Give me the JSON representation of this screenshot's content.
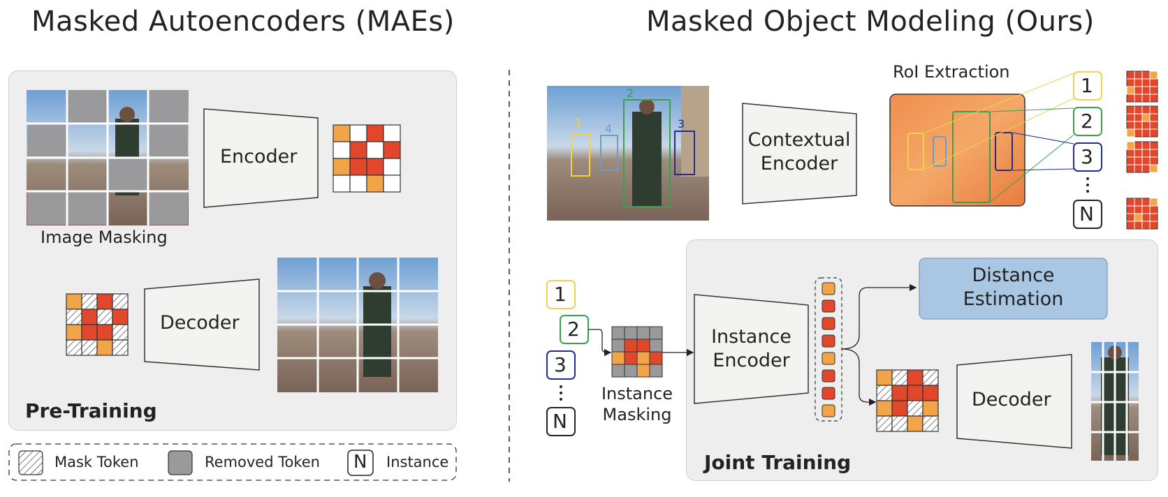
{
  "left": {
    "title": "Masked Autoencoders (MAEs)",
    "image_masking_label": "Image Masking",
    "encoder_label": "Encoder",
    "decoder_label": "Decoder",
    "panel_label": "Pre-Training"
  },
  "right": {
    "title": "Masked Object Modeling (Ours)",
    "roi_label": "RoI Extraction",
    "contextual_encoder_label": [
      "Contextual",
      "Encoder"
    ],
    "instance_encoder_label": [
      "Instance",
      "Encoder"
    ],
    "instance_masking_label": [
      "Instance",
      "Masking"
    ],
    "distance_label": [
      "Distance",
      "Estimation"
    ],
    "decoder_label": "Decoder",
    "panel_label": "Joint Training",
    "instance_ids": [
      "1",
      "2",
      "3",
      "N"
    ],
    "bbox_ids": [
      "1",
      "2",
      "3",
      "4"
    ]
  },
  "legend": {
    "mask_token": "Mask Token",
    "removed_token": "Removed Token",
    "instance": "Instance",
    "instance_symbol": "N"
  },
  "colors": {
    "orange_dark": "#e0472b",
    "orange_light": "#f2a449",
    "gray_token": "#9a9a9d",
    "id_yellow": "#f2d24a",
    "id_green": "#3aa14a",
    "id_blue": "#232b8c",
    "distance_box": "#a9c6e3"
  }
}
